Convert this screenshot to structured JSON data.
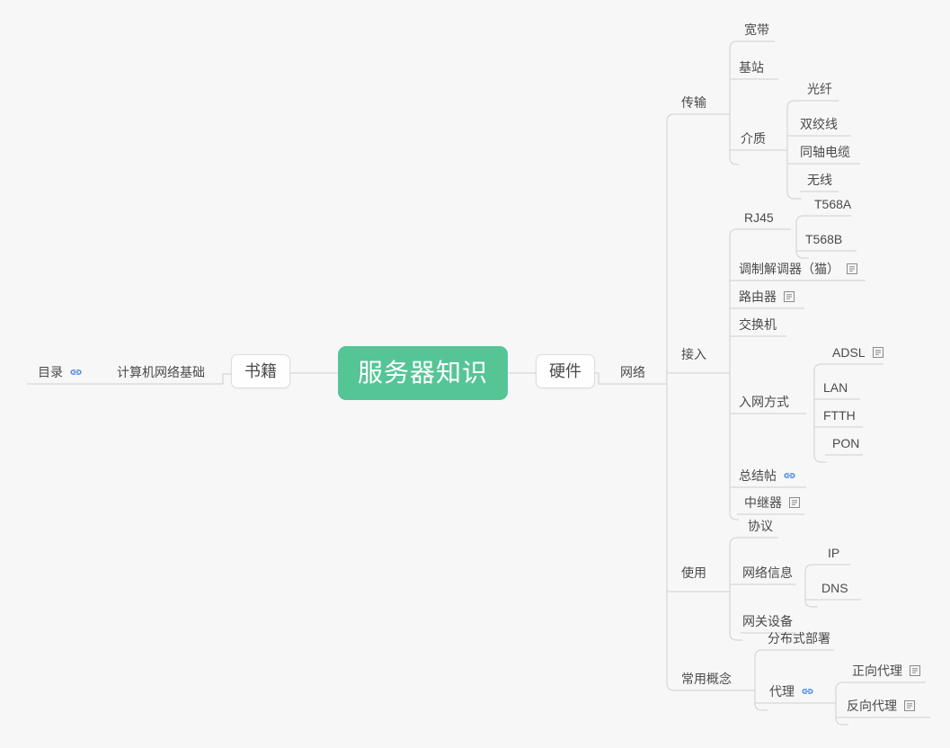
{
  "app": {
    "type": "mindmap",
    "background_color": "#f7f7f7",
    "root_color": "#56c596",
    "text_color": "#4a4a4a",
    "line_color": "#cccccc",
    "link_icon_color": "#3b7fe0"
  },
  "root": {
    "label": "服务器知识"
  },
  "left_branch": {
    "book": {
      "label": "书籍",
      "children": [
        {
          "label": "计算机网络基础",
          "children": [
            {
              "label": "目录",
              "icon": "link-icon"
            }
          ]
        }
      ]
    }
  },
  "right_branch": {
    "hardware": {
      "label": "硬件",
      "children": [
        {
          "label": "网络",
          "children": [
            {
              "label": "传输",
              "children": [
                {
                  "label": "宽带"
                },
                {
                  "label": "基站"
                },
                {
                  "label": "介质",
                  "children": [
                    {
                      "label": "光纤"
                    },
                    {
                      "label": "双绞线"
                    },
                    {
                      "label": "同轴电缆"
                    },
                    {
                      "label": "无线"
                    }
                  ]
                }
              ]
            },
            {
              "label": "接入",
              "children": [
                {
                  "label": "RJ45",
                  "children": [
                    {
                      "label": "T568A"
                    },
                    {
                      "label": "T568B"
                    }
                  ]
                },
                {
                  "label": "调制解调器（猫）",
                  "icon": "note-icon"
                },
                {
                  "label": "路由器",
                  "icon": "note-icon"
                },
                {
                  "label": "交换机"
                },
                {
                  "label": "入网方式",
                  "children": [
                    {
                      "label": "ADSL",
                      "icon": "note-icon"
                    },
                    {
                      "label": "LAN"
                    },
                    {
                      "label": "FTTH"
                    },
                    {
                      "label": "PON"
                    }
                  ]
                },
                {
                  "label": "总结帖",
                  "icon": "link-icon"
                },
                {
                  "label": "中继器",
                  "icon": "note-icon"
                }
              ]
            },
            {
              "label": "使用",
              "children": [
                {
                  "label": "协议"
                },
                {
                  "label": "网络信息",
                  "children": [
                    {
                      "label": "IP"
                    },
                    {
                      "label": "DNS"
                    }
                  ]
                },
                {
                  "label": "网关设备"
                }
              ]
            },
            {
              "label": "常用概念",
              "children": [
                {
                  "label": "分布式部署"
                },
                {
                  "label": "代理",
                  "icon": "link-icon",
                  "children": [
                    {
                      "label": "正向代理",
                      "icon": "note-icon"
                    },
                    {
                      "label": "反向代理",
                      "icon": "note-icon"
                    }
                  ]
                }
              ]
            }
          ]
        }
      ]
    }
  },
  "nodes": {
    "mulu": {
      "label": "目录"
    },
    "jsjwlbasics": {
      "label": "计算机网络基础"
    },
    "shuji": {
      "label": "书籍"
    },
    "yingjian": {
      "label": "硬件"
    },
    "wangluo": {
      "label": "网络"
    },
    "chuanshu": {
      "label": "传输"
    },
    "kuandai": {
      "label": "宽带"
    },
    "jizhan": {
      "label": "基站"
    },
    "jiezhi": {
      "label": "介质"
    },
    "guangxian": {
      "label": "光纤"
    },
    "shuangjiaoxian": {
      "label": "双绞线"
    },
    "tongzhoudianlan": {
      "label": "同轴电缆"
    },
    "wuxian": {
      "label": "无线"
    },
    "jieru": {
      "label": "接入"
    },
    "rj45": {
      "label": "RJ45"
    },
    "t568a": {
      "label": "T568A"
    },
    "t568b": {
      "label": "T568B"
    },
    "modem": {
      "label": "调制解调器（猫）"
    },
    "luyouqi": {
      "label": "路由器"
    },
    "jiaohuanji": {
      "label": "交换机"
    },
    "ruwangfangshi": {
      "label": "入网方式"
    },
    "adsl": {
      "label": "ADSL"
    },
    "lan": {
      "label": "LAN"
    },
    "ftth": {
      "label": "FTTH"
    },
    "pon": {
      "label": "PON"
    },
    "zongjietie": {
      "label": "总结帖"
    },
    "zhongjiqi": {
      "label": "中继器"
    },
    "shiyong": {
      "label": "使用"
    },
    "xieyi": {
      "label": "协议"
    },
    "wangluoxinxi": {
      "label": "网络信息"
    },
    "ip": {
      "label": "IP"
    },
    "dns": {
      "label": "DNS"
    },
    "wangguanshebei": {
      "label": "网关设备"
    },
    "changyonggainian": {
      "label": "常用概念"
    },
    "fenbushibushu": {
      "label": "分布式部署"
    },
    "daili": {
      "label": "代理"
    },
    "zhengxiangdaili": {
      "label": "正向代理"
    },
    "fanxiangdaili": {
      "label": "反向代理"
    }
  }
}
